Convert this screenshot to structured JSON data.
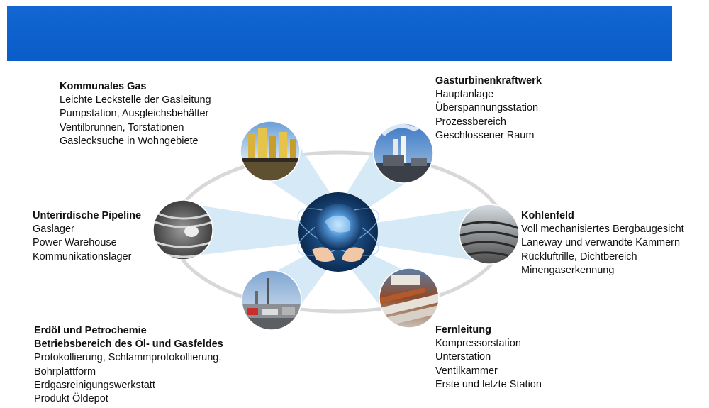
{
  "colors": {
    "banner": "#0a5cc9",
    "ring": "#d8d8d8",
    "beam": "#cfe6f5",
    "center_globe": "#1d4f8c"
  },
  "center": {
    "icon": "globe-in-hands-icon"
  },
  "segments": [
    {
      "key": "municipal-gas",
      "icon": "gas-plant-icon",
      "titles": [
        "Kommunales Gas"
      ],
      "items": [
        "Leichte Leckstelle der Gasleitung",
        "Pumpstation, Ausgleichsbehälter",
        "Ventilbrunnen, Torstationen",
        "Gaslecksuche in Wohngebiete"
      ]
    },
    {
      "key": "gas-turbine",
      "icon": "power-plant-icon",
      "titles": [
        "Gasturbinenkraftwerk"
      ],
      "items": [
        "Hauptanlage",
        "Überspannungsstation",
        "Prozessbereich",
        "Geschlossener Raum"
      ]
    },
    {
      "key": "underground-pipeline",
      "icon": "tunnel-icon",
      "titles": [
        "Unterirdische Pipeline"
      ],
      "items": [
        "Gaslager",
        "Power Warehouse",
        "Kommunikationslager"
      ]
    },
    {
      "key": "coal-field",
      "icon": "coal-mine-icon",
      "titles": [
        "Kohlenfeld"
      ],
      "items": [
        "Voll mechanisiertes Bergbaugesicht",
        "Laneway und verwandte Kammern",
        "Rückluftrille, Dichtbereich",
        "Minengaserkennung"
      ]
    },
    {
      "key": "petrochemical",
      "icon": "refinery-icon",
      "titles": [
        "Erdöl und Petrochemie",
        "Betriebsbereich des Öl- und Gasfeldes"
      ],
      "items": [
        "Protokollierung, Schlammprotokollierung,",
        "Bohrplattform",
        "Erdgasreinigungswerkstatt",
        "Produkt Öldepot"
      ]
    },
    {
      "key": "long-distance-pipeline",
      "icon": "pipeline-icon",
      "titles": [
        "Fernleitung"
      ],
      "items": [
        "Kompressorstation",
        "Unterstation",
        "Ventilkammer",
        "Erste und letzte Station"
      ]
    }
  ]
}
